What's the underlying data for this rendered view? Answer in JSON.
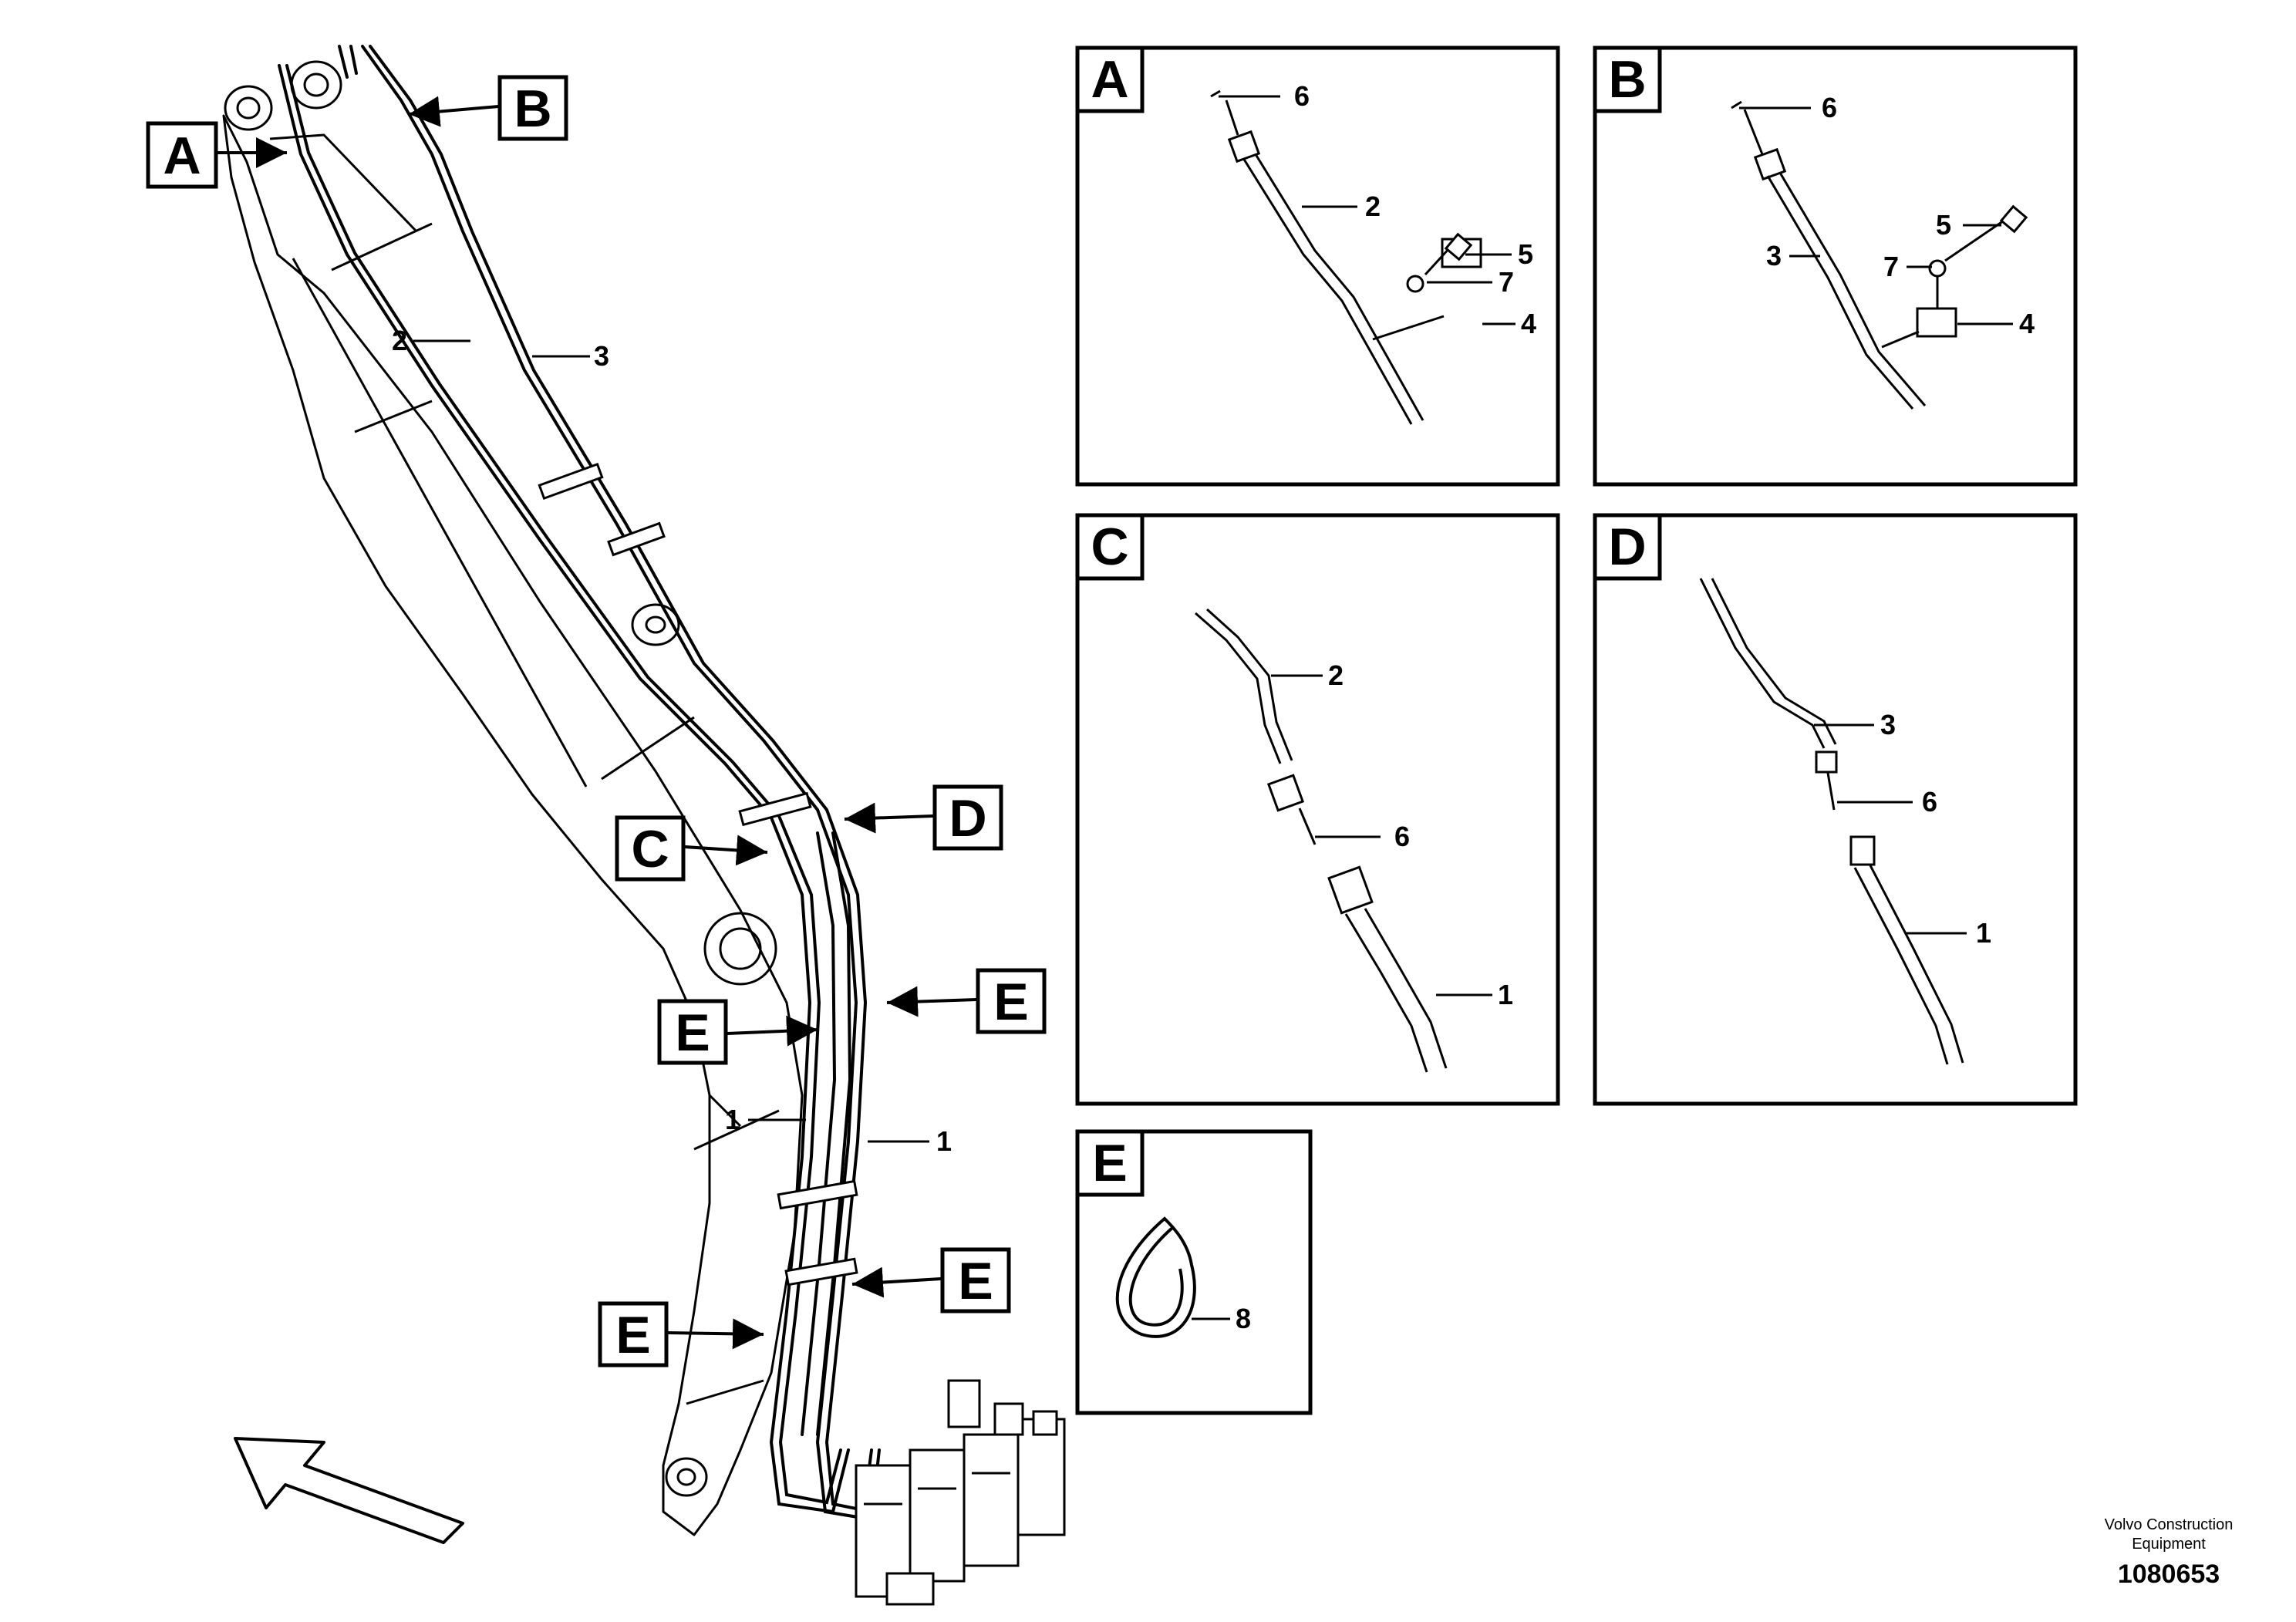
{
  "callouts": {
    "A": "A",
    "B": "B",
    "C": "C",
    "D": "D",
    "E": "E"
  },
  "parts": {
    "p1": "1",
    "p2": "2",
    "p3": "3",
    "p4": "4",
    "p5": "5",
    "p6": "6",
    "p7": "7",
    "p8": "8"
  },
  "footer": {
    "company_line1": "Volvo Construction",
    "company_line2": "Equipment",
    "drawing_number": "1080653"
  },
  "icons": {
    "direction": "direction-arrow-icon",
    "cable_tie": "cable-tie-icon"
  }
}
